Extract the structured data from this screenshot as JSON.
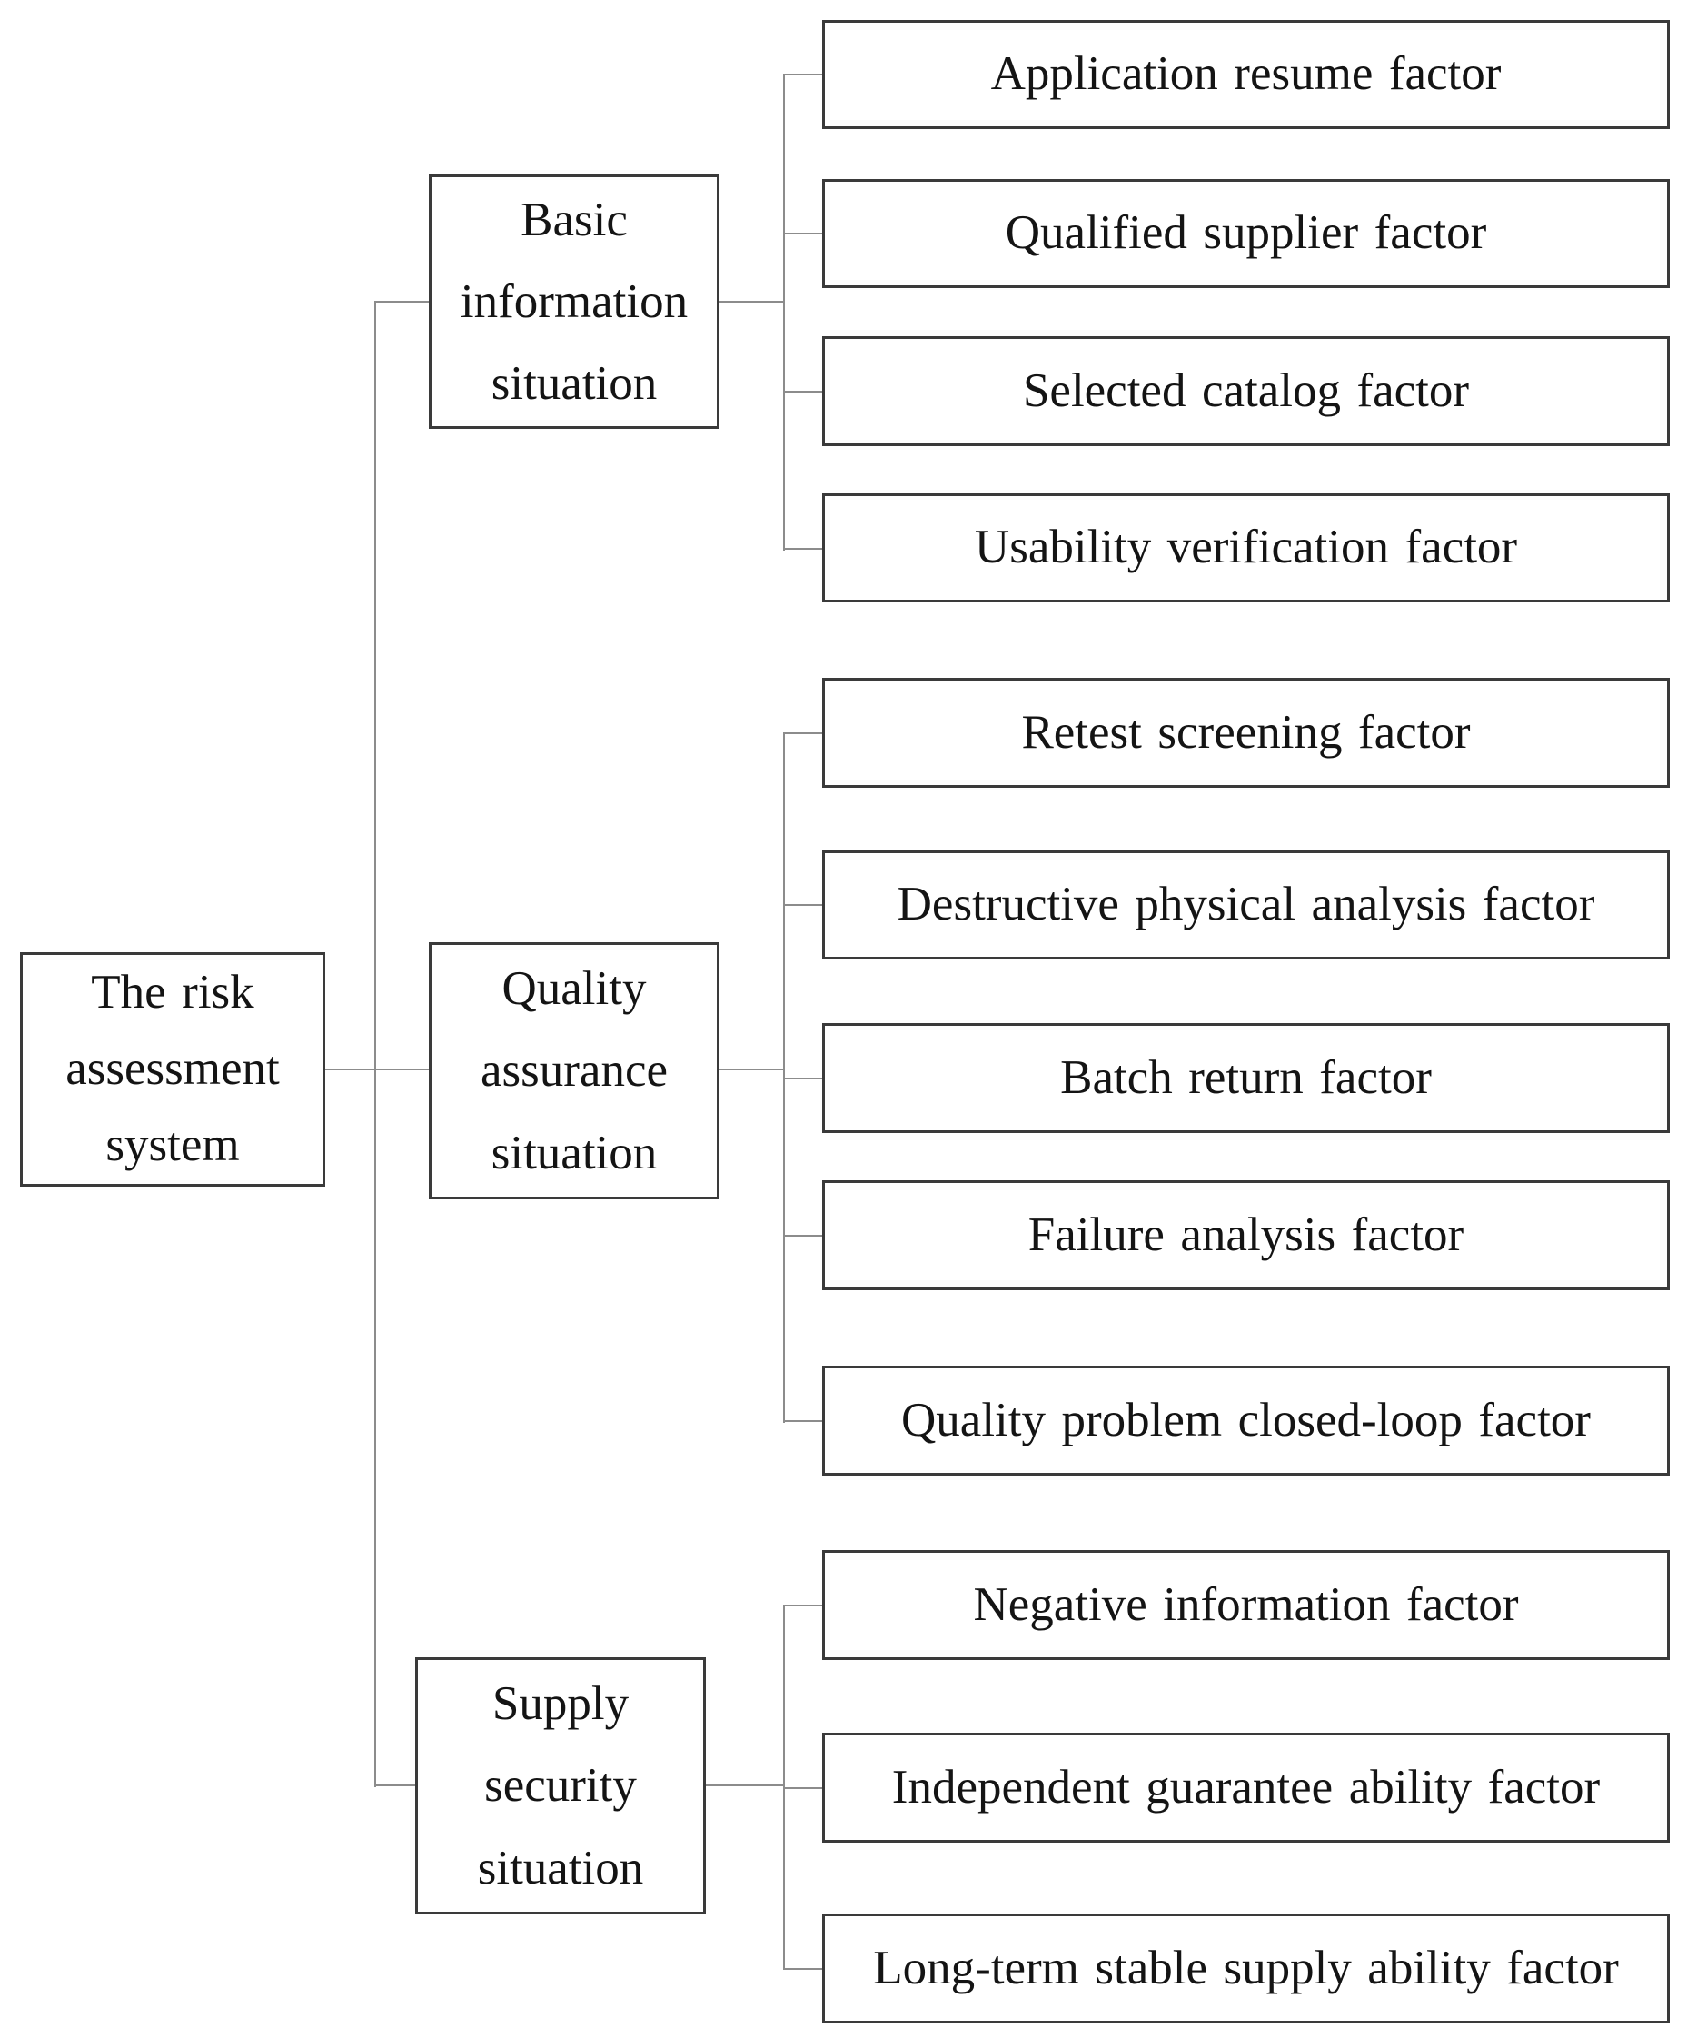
{
  "diagram": {
    "root": {
      "label": "The risk assessment system"
    },
    "branches": [
      {
        "label": "Basic information situation",
        "children": [
          "Application resume factor",
          "Qualified supplier factor",
          "Selected catalog factor",
          "Usability verification factor"
        ]
      },
      {
        "label": "Quality assurance situation",
        "children": [
          "Retest screening factor",
          "Destructive physical analysis factor",
          "Batch return factor",
          "Failure analysis factor",
          "Quality problem closed-loop factor"
        ]
      },
      {
        "label": "Supply security situation",
        "children": [
          "Negative information factor",
          "Independent guarantee ability factor",
          "Long-term stable supply ability factor"
        ]
      }
    ],
    "colors": {
      "background": "#ffffff",
      "text": "#141414",
      "border": "#3a3a3a",
      "line": "#8c8c8c"
    }
  }
}
